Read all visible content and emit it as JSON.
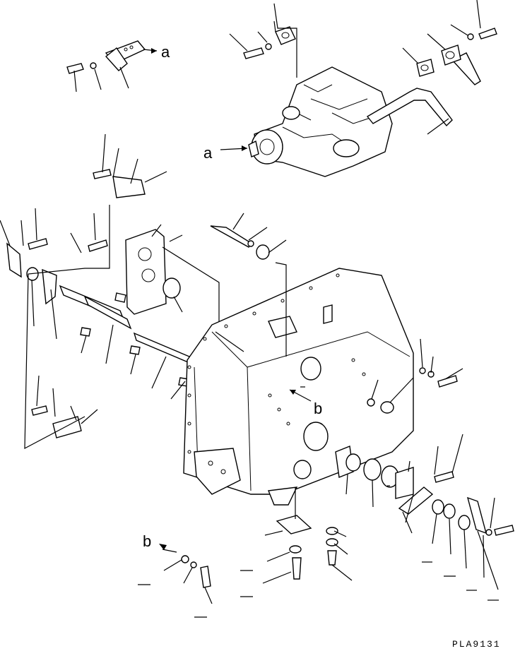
{
  "diagram": {
    "callouts": {
      "a_top": "a",
      "a_left": "a",
      "b_mid": "b",
      "b_bottom": "b"
    },
    "figure_code": "PLA9131"
  }
}
